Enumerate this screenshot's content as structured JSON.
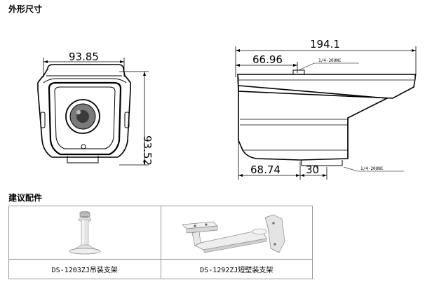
{
  "sections": {
    "dimensions_title": "外形尺寸",
    "accessories_title": "建议配件"
  },
  "front_view": {
    "width_label": "93.85",
    "height_label": "93.52"
  },
  "side_view": {
    "length_label": "194.1",
    "top_offset_label": "66.96",
    "top_thread_label": "1/4-20UNC",
    "bottom_offset_label": "68.74",
    "bottom_width_label": "30",
    "bottom_thread_label": "1/4-20UNC"
  },
  "accessories": [
    {
      "caption": "DS-1203ZJ吊装支架",
      "icon": "pendant-mount-icon"
    },
    {
      "caption": "DS-1292ZJ短壁装支架",
      "icon": "short-wall-mount-icon"
    }
  ]
}
